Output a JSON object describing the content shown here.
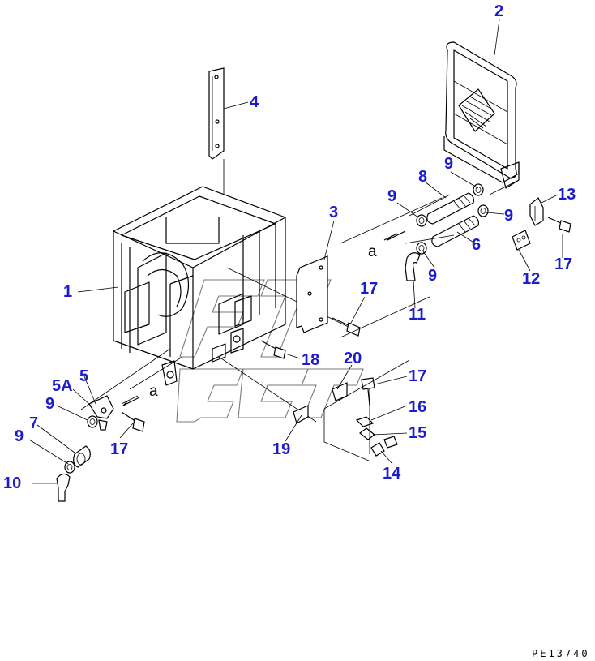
{
  "labels": {
    "l1": "1",
    "l2": "2",
    "l3": "3",
    "l4": "4",
    "l5": "5",
    "l5a": "5A",
    "l6": "6",
    "l7": "7",
    "l8": "8",
    "l9a": "9",
    "l9b": "9",
    "l9c": "9",
    "l9d": "9",
    "l9e": "9",
    "l9f": "9",
    "l10": "10",
    "l11": "11",
    "l12": "12",
    "l13": "13",
    "l14": "14",
    "l15": "15",
    "l16": "16",
    "l17a": "17",
    "l17b": "17",
    "l17c": "17",
    "l17d": "17",
    "l18": "18",
    "l19": "19",
    "l20": "20"
  },
  "arrows": {
    "a1": "a",
    "a2": "a"
  },
  "code": "PE13740",
  "colors": {
    "label": "#1c1ccf",
    "line": "#000000",
    "watermark": "#7a7a7a"
  }
}
